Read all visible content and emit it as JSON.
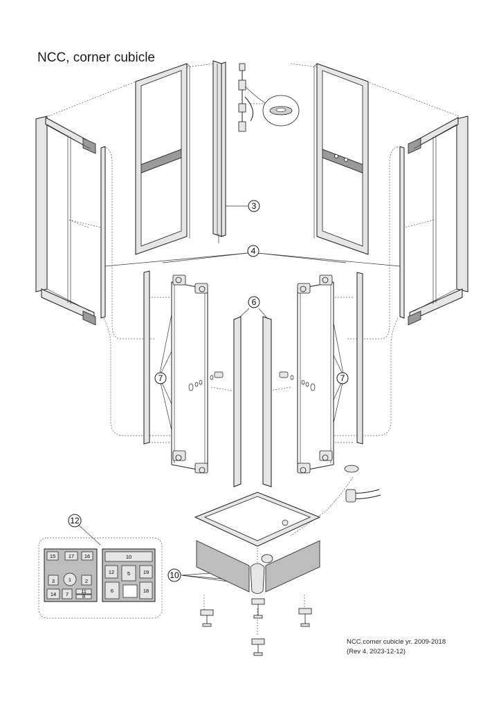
{
  "title": "NCC, corner cubicle",
  "footer": {
    "line1": "NCC.corner cubicle yr. 2009-2018",
    "line2": "(Rev 4. 2023-12-12)"
  },
  "callouts": {
    "c3": "3",
    "c4": "4",
    "c6": "6",
    "c7_left": "7",
    "c7_right": "7",
    "c10": "10",
    "c12": "12"
  },
  "tray_slots": {
    "left": [
      "15",
      "17",
      "16",
      "3",
      "1",
      "2",
      "14",
      "7",
      "8",
      "11"
    ],
    "right": [
      "10",
      "12",
      "5",
      "19",
      "6",
      "18"
    ]
  },
  "colors": {
    "line": "#1a1a1a",
    "frame_fill": "#e6e6e6",
    "frame_dark": "#9a9a9a",
    "panel_fill": "#bdbdbd"
  }
}
